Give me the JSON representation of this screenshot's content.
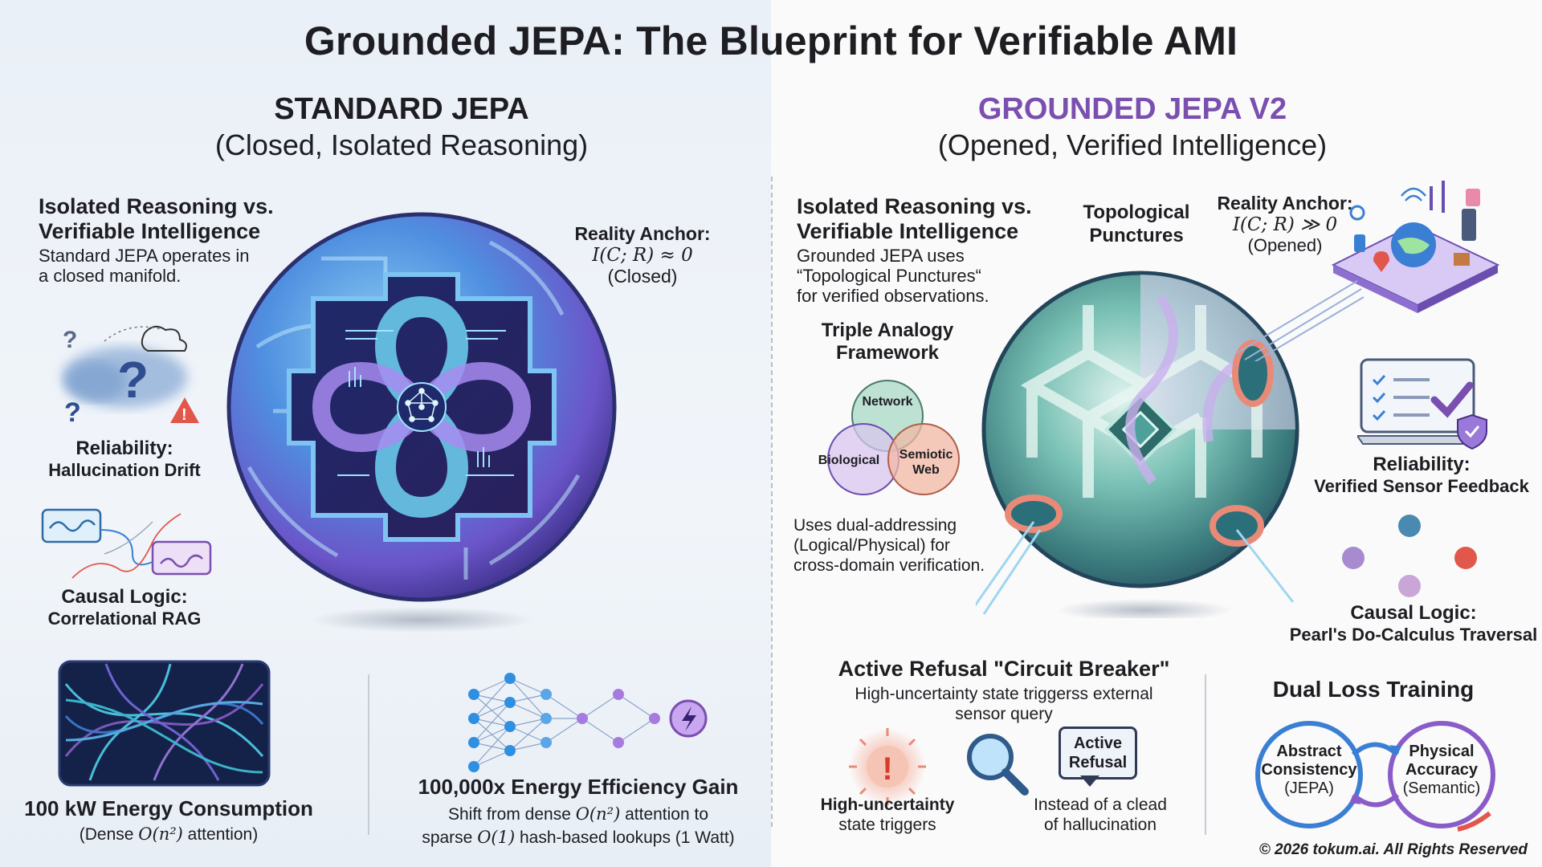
{
  "title": "Grounded JEPA: The Blueprint for Verifiable AMI",
  "left": {
    "heading": "STANDARD JEPA",
    "subheading": "(Closed, Isolated Reasoning)",
    "isolated": {
      "title_line1": "Isolated Reasoning vs.",
      "title_line2": "Verifiable Intelligence",
      "body_line1": "Standard JEPA operates in",
      "body_line2": "a closed manifold."
    },
    "anchor": {
      "title": "Reality Anchor:",
      "formula": "I(C; R) ≈ 0",
      "status": "(Closed)"
    },
    "reliability": {
      "title": "Reliability:",
      "value": "Hallucination Drift"
    },
    "causal": {
      "title": "Causal Logic:",
      "value": "Correlational RAG"
    },
    "energy": {
      "title": "100 kW Energy Consumption",
      "prefix": "(Dense ",
      "formula": "O(n²)",
      "suffix": " attention)"
    },
    "efficiency": {
      "title": "100,000x Energy Efficiency Gain",
      "line1_prefix": "Shift from dense ",
      "line1_formula": "O(n²)",
      "line1_suffix": " attention to",
      "line2_prefix": "sparse ",
      "line2_formula": "O(1)",
      "line2_suffix": " hash-based lookups (1 Watt)"
    }
  },
  "right": {
    "heading": "GROUNDED JEPA V2",
    "subheading": "(Opened, Verified Intelligence)",
    "isolated": {
      "title_line1": "Isolated Reasoning vs.",
      "title_line2": "Verifiable Intelligence",
      "body_line1": "Grounded JEPA uses",
      "body_line2": "“Topological Punctures“",
      "body_line3": "for verified observations."
    },
    "punctures": {
      "line1": "Topological",
      "line2": "Punctures"
    },
    "anchor": {
      "title": "Reality Anchor:",
      "formula": "I(C; R) ≫ 0",
      "status": "(Opened)"
    },
    "triple": {
      "title_line1": "Triple Analogy",
      "title_line2": "Framework",
      "circle_top": "Network",
      "circle_left": "Biological",
      "circle_right_line1": "Semiotic",
      "circle_right_line2": "Web"
    },
    "dual_addr": {
      "line1": "Uses dual-addressing",
      "line2": "(Logical/Physical) for",
      "line3": "cross-domain verification."
    },
    "reliability": {
      "title": "Reliability:",
      "value": "Verified Sensor Feedback"
    },
    "causal": {
      "title": "Causal Logic:",
      "value": "Pearl's Do-Calculus Traversal"
    },
    "refusal": {
      "title": "Active Refusal \"Circuit Breaker\"",
      "sub_line1": "High-uncertainty state triggerss external",
      "sub_line2": "sensor query",
      "icon1_line1": "High-uncertainty",
      "icon1_line2": "state triggers",
      "bubble_line1": "Active",
      "bubble_line2": "Refusal",
      "icon3_line1": "Instead of a clead",
      "icon3_line2": "of hallucination"
    },
    "dual_loss": {
      "title": "Dual Loss Training",
      "left_line1": "Abstract",
      "left_line2": "Consistency",
      "left_line3": "(JEPA)",
      "right_line1": "Physical",
      "right_line2": "Accuracy",
      "right_line3": "(Semantic)"
    }
  },
  "copyright": "© 2026 tokum.ai. All Rights Reserved",
  "colors": {
    "left_bg": "#eaf0f7",
    "heading_purple": "#7a4fb0",
    "accent_blue": "#3b7fd4",
    "accent_purple": "#8a5cc9",
    "warning_red": "#e2574c"
  }
}
